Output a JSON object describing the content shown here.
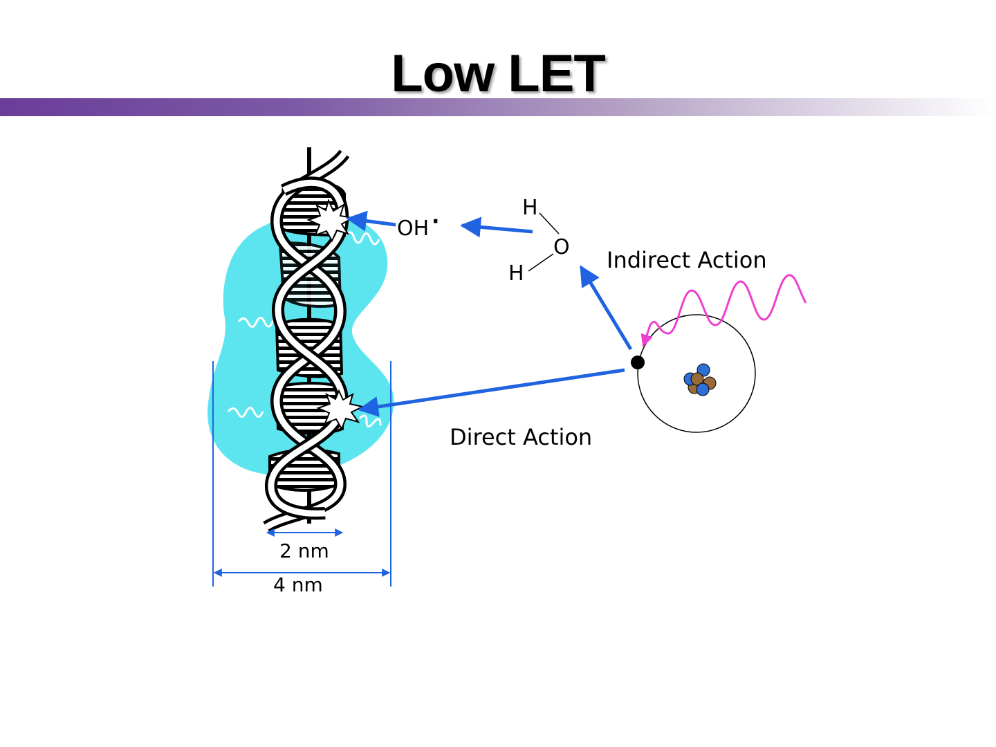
{
  "slide": {
    "title": "Low LET"
  },
  "labels": {
    "hydroxyl": "OH",
    "hydroxyl_dot": "·",
    "water_h_top": "H",
    "water_o": "O",
    "water_h_bottom": "H",
    "indirect": "Indirect Action",
    "direct": "Direct Action",
    "width_inner": "2 nm",
    "width_outer": "4 nm"
  },
  "colors": {
    "accent_purple": "#6a3d9a",
    "water_cloud": "#5de5ef",
    "arrow_blue": "#1f63e0",
    "photon_magenta": "#ee3fd0",
    "nucleus_blue": "#2f6fd6",
    "nucleus_brown": "#9a6b3a"
  }
}
